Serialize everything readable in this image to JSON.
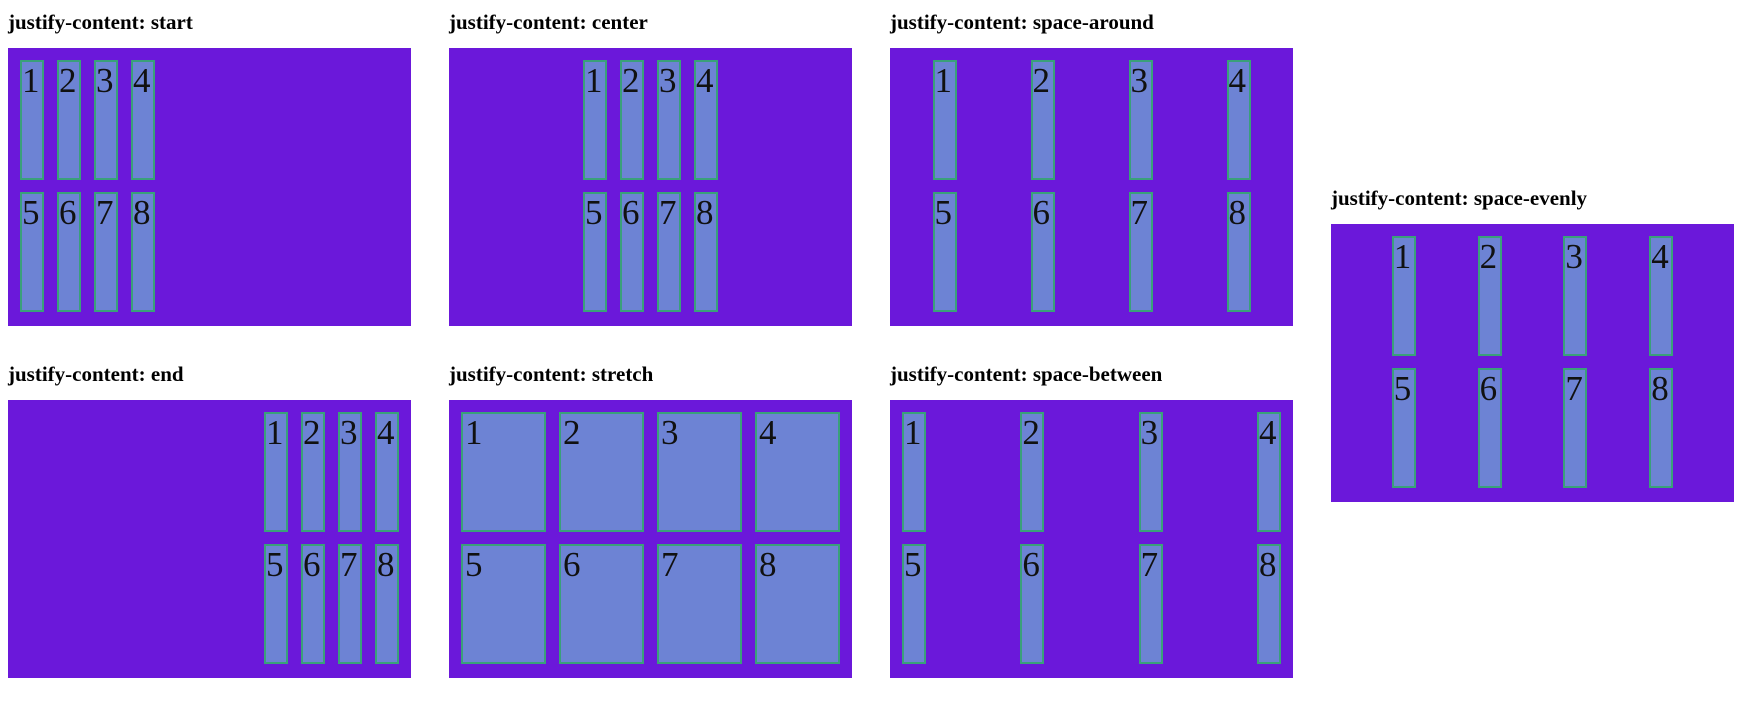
{
  "demos": [
    {
      "id": "start",
      "label": "justify-content: start",
      "justify": "start",
      "stretch": false
    },
    {
      "id": "center",
      "label": "justify-content: center",
      "justify": "center",
      "stretch": false
    },
    {
      "id": "space-around",
      "label": "justify-content: space-around",
      "justify": "space-around",
      "stretch": false
    },
    {
      "id": "space-evenly",
      "label": "justify-content: space-evenly",
      "justify": "space-evenly",
      "stretch": false
    },
    {
      "id": "end",
      "label": "justify-content: end",
      "justify": "end",
      "stretch": false
    },
    {
      "id": "stretch",
      "label": "justify-content: stretch",
      "justify": "stretch",
      "stretch": true
    },
    {
      "id": "space-between",
      "label": "justify-content: space-between",
      "justify": "space-between",
      "stretch": false
    }
  ],
  "items": [
    "1",
    "2",
    "3",
    "4",
    "5",
    "6",
    "7",
    "8"
  ],
  "colors": {
    "container": "#6b18da",
    "item": "#6d83d4",
    "item_border": "#3aa07a"
  }
}
